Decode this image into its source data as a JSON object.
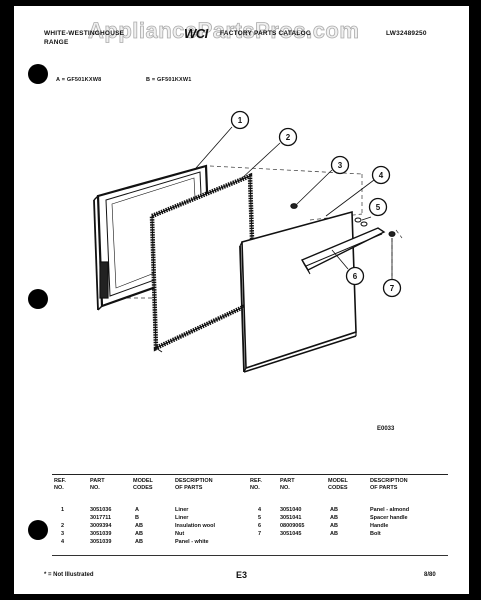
{
  "header": {
    "brand_line1": "WHITE-WESTINGHOUSE",
    "brand_line2": "RANGE",
    "catalog_title": "FACTORY PARTS CATALOG",
    "catalog_number": "LW32489250",
    "logo_text": "WCI",
    "models_a": "A = GF501KXW8",
    "models_b": "B = GF501KXW1"
  },
  "watermark": "AppliancePartsPros.com",
  "diagram": {
    "callouts": [
      "1",
      "2",
      "3",
      "4",
      "5",
      "6",
      "7"
    ],
    "figure_code": "E0033"
  },
  "table": {
    "headers": {
      "ref_no": "REF.\nNO.",
      "part_no": "PART\nNO.",
      "model_codes": "MODEL\nCODES",
      "description": "DESCRIPTION\nOF PARTS"
    },
    "left_rows": [
      {
        "ref": "1",
        "part": "3051036",
        "model": "A",
        "desc": "Liner"
      },
      {
        "ref": "",
        "part": "3017711",
        "model": "B",
        "desc": "Liner"
      },
      {
        "ref": "2",
        "part": "3009394",
        "model": "AB",
        "desc": "Insulation wool"
      },
      {
        "ref": "3",
        "part": "3051039",
        "model": "AB",
        "desc": "Nut"
      },
      {
        "ref": "4",
        "part": "3051039",
        "model": "AB",
        "desc": "Panel - white"
      }
    ],
    "right_rows": [
      {
        "ref": "4",
        "part": "3051040",
        "model": "AB",
        "desc": "Panel - almond"
      },
      {
        "ref": "5",
        "part": "3051041",
        "model": "AB",
        "desc": "Spacer handle"
      },
      {
        "ref": "6",
        "part": "08009065",
        "model": "AB",
        "desc": "Handle"
      },
      {
        "ref": "7",
        "part": "3051045",
        "model": "AB",
        "desc": "Bolt"
      }
    ]
  },
  "footer": {
    "note": "* = Not Illustrated",
    "page_code": "E3",
    "date": "8/80"
  }
}
